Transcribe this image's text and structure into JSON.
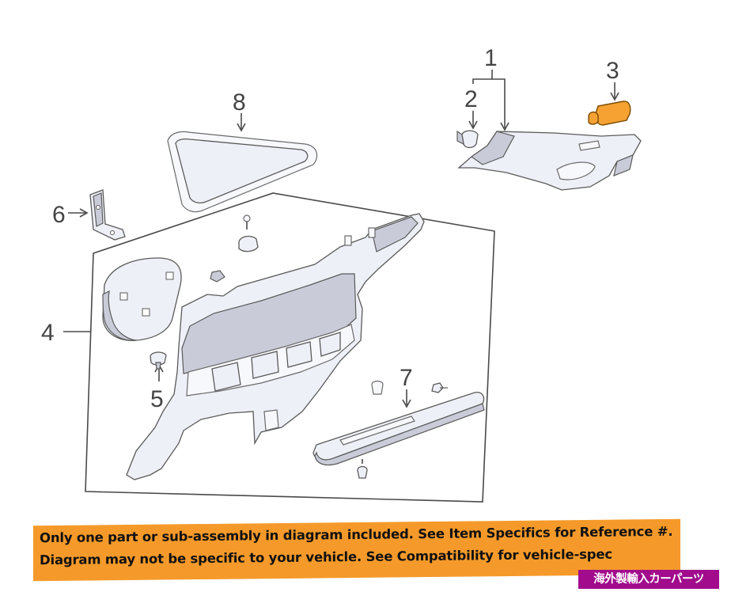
{
  "diagram": {
    "callouts": [
      {
        "id": "1",
        "label": "1"
      },
      {
        "id": "2",
        "label": "2"
      },
      {
        "id": "3",
        "label": "3"
      },
      {
        "id": "4",
        "label": "4"
      },
      {
        "id": "5",
        "label": "5"
      },
      {
        "id": "6",
        "label": "6"
      },
      {
        "id": "7",
        "label": "7"
      },
      {
        "id": "8",
        "label": "8"
      }
    ],
    "highlight_color": "#f5a233"
  },
  "banner": {
    "line1": "Only one part or sub-assembly in diagram included. See Item Specifics for Reference #.",
    "line2": "Diagram may not be specific to your vehicle. See Compatibility for vehicle-spec",
    "background": "#f59a2a"
  },
  "watermark": {
    "text": "海外製輸入カーパーツ",
    "background": "#a10b8c"
  }
}
